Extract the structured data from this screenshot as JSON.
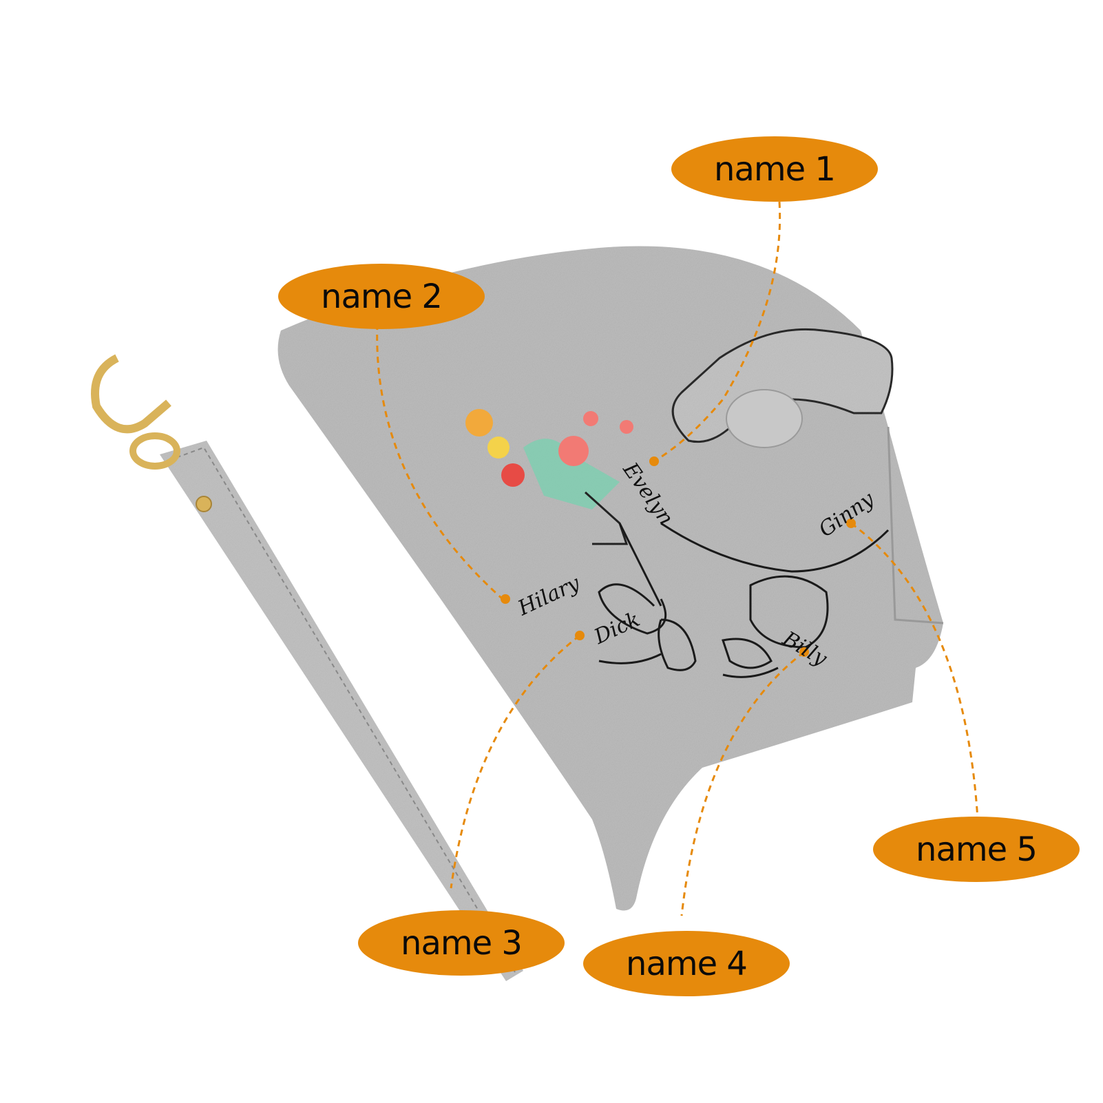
{
  "product": {
    "type": "personalized wallet with wrist strap",
    "color": "#bdbdbd",
    "accent_color": "#e68a0c",
    "hardware_color": "#d9b35a"
  },
  "design": {
    "names_on_wallet": [
      "Evelyn",
      "Hilary",
      "Dick",
      "Billy",
      "Ginny"
    ]
  },
  "callouts": [
    {
      "label": "name 1",
      "target": "Evelyn"
    },
    {
      "label": "name 2",
      "target": "Hilary"
    },
    {
      "label": "name 3",
      "target": "Dick"
    },
    {
      "label": "name 4",
      "target": "Billy"
    },
    {
      "label": "name 5",
      "target": "Ginny"
    }
  ]
}
